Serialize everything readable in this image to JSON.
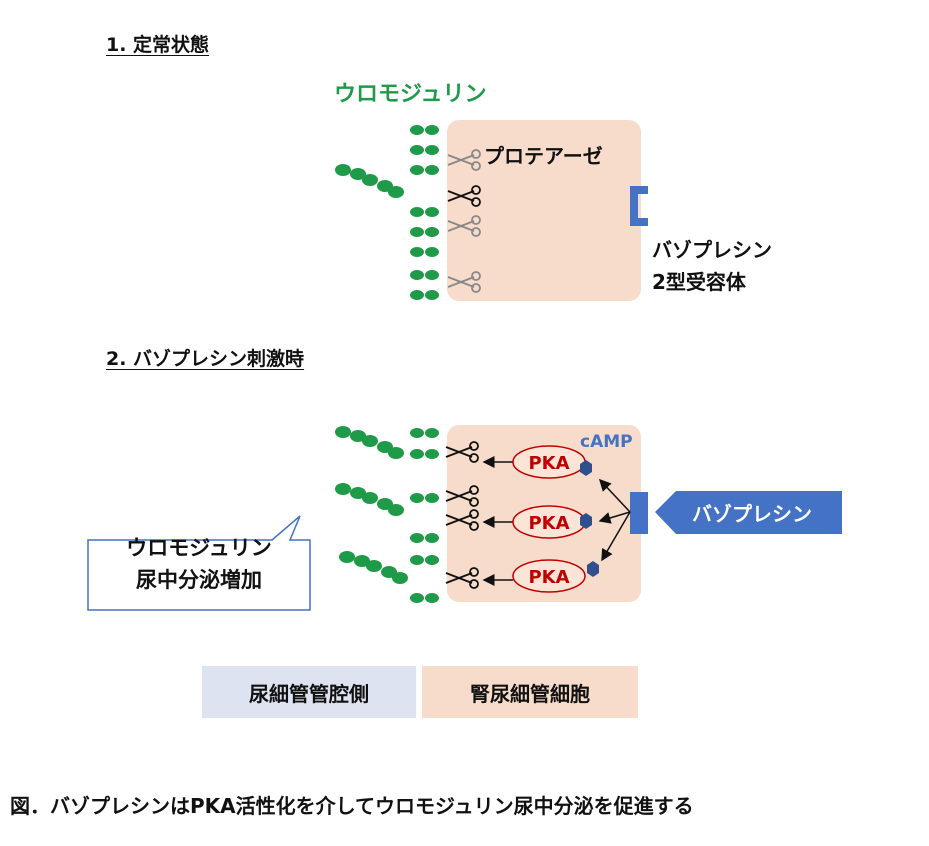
{
  "section1": {
    "title": "1. 定常状態"
  },
  "section2": {
    "title": "2. バゾプレシン刺激時"
  },
  "labels": {
    "uromodulin": "ウロモジュリン",
    "protease": "プロテアーゼ",
    "receptor_line1": "バゾプレシン",
    "receptor_line2": "2型受容体",
    "camp": "cAMP",
    "vasopressin": "バゾプレシン",
    "pka": "PKA"
  },
  "callout": {
    "line1": "ウロモジュリン",
    "line2": "尿中分泌増加"
  },
  "legend": {
    "lumen": "尿細管管腔側",
    "cell": "腎尿細管細胞"
  },
  "caption": "図．バゾプレシンはPKA活性化を介してウロモジュリン尿中分泌を促進する",
  "colors": {
    "cell_fill": "#f8dccb",
    "lumen_fill": "#dde3f0",
    "uromodulin_green": "#1f9a48",
    "receptor_blue": "#4472c4",
    "pka_fill": "#fce4d6",
    "pka_border": "#c00000",
    "camp_hex": "#2f4f8f"
  },
  "icons": [
    "scissors-icon",
    "pka-ellipse-icon",
    "camp-hexagon-icon",
    "receptor-bracket-icon"
  ]
}
